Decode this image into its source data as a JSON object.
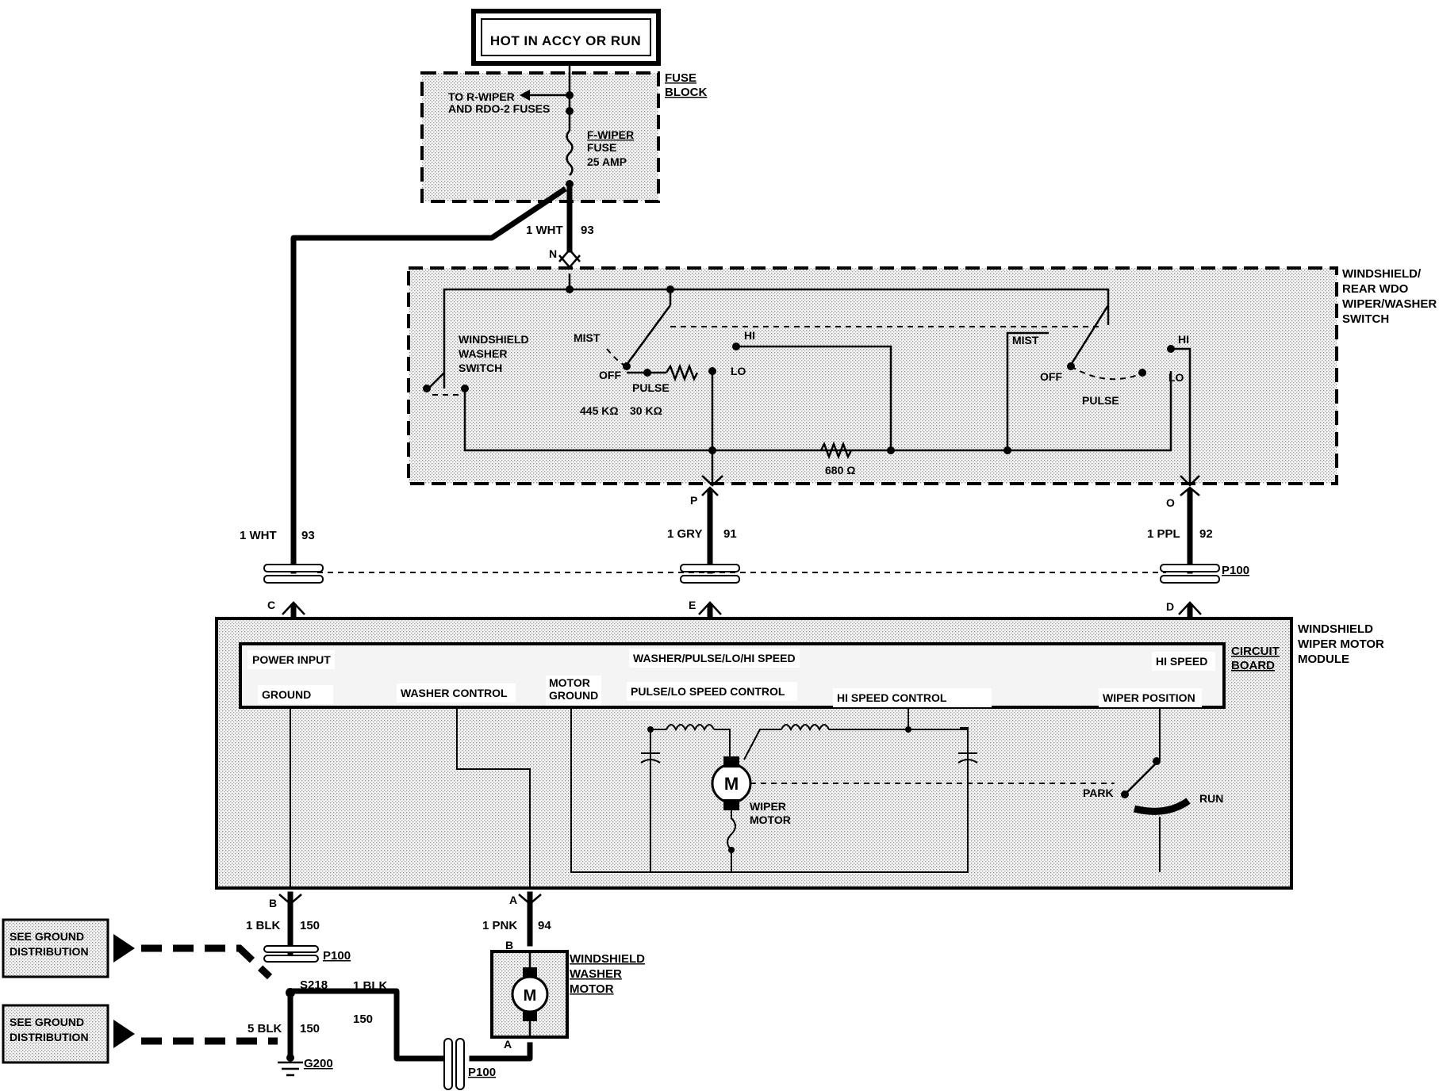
{
  "power_box": "HOT IN ACCY OR RUN",
  "fuse_block": {
    "title_l1": "FUSE",
    "title_l2": "BLOCK",
    "to_note_l1": "TO R-WIPER",
    "to_note_l2": "AND RDO-2 FUSES",
    "fuse_l1": "F-WIPER",
    "fuse_l2": "FUSE",
    "fuse_l3": "25 AMP"
  },
  "wires": {
    "wht_top": "1 WHT",
    "wht_top_circuit": "93",
    "wht_left": "1 WHT",
    "wht_left_circuit": "93",
    "gry": "1 GRY",
    "gry_circuit": "91",
    "ppl": "1 PPL",
    "ppl_circuit": "92",
    "blk": "1 BLK",
    "blk_circuit": "150",
    "pnk": "1 PNK",
    "pnk_circuit": "94",
    "blk2": "1 BLK",
    "blk2_circuit": "150",
    "blk5": "5 BLK",
    "blk5_circuit": "150"
  },
  "terminals": {
    "n": "N",
    "p": "P",
    "o": "O",
    "c": "C",
    "e": "E",
    "d": "D",
    "b": "B",
    "a": "A",
    "b2": "B",
    "a2": "A"
  },
  "connectors": {
    "p100_top": "P100",
    "p100_mid": "P100",
    "p100_bottom": "P100",
    "s218": "S218",
    "g200": "G200"
  },
  "switch": {
    "title_l1": "WINDSHIELD/",
    "title_l2": "REAR WDO",
    "title_l3": "WIPER/WASHER",
    "title_l4": "SWITCH",
    "washer_l1": "WINDSHIELD",
    "washer_l2": "WASHER",
    "washer_l3": "SWITCH",
    "mist1": "MIST",
    "hi1": "HI",
    "off1": "OFF",
    "lo1": "LO",
    "pulse1": "PULSE",
    "r445": "445 KΩ",
    "r30": "30 KΩ",
    "r680": "680 Ω",
    "mist2": "MIST",
    "hi2": "HI",
    "off2": "OFF",
    "lo2": "LO",
    "pulse2": "PULSE"
  },
  "module": {
    "title_l1": "WINDSHIELD",
    "title_l2": "WIPER MOTOR",
    "title_l3": "MODULE",
    "cb_l1": "CIRCUIT",
    "cb_l2": "BOARD",
    "power_input": "POWER INPUT",
    "speed_bus": "WASHER/PULSE/LO/HI SPEED",
    "hi_speed": "HI SPEED",
    "ground": "GROUND",
    "washer_control": "WASHER CONTROL",
    "motor_ground_l1": "MOTOR",
    "motor_ground_l2": "GROUND",
    "pulse_lo": "PULSE/LO SPEED CONTROL",
    "hi_control": "HI SPEED CONTROL",
    "wiper_position": "WIPER POSITION",
    "motor_symbol": "M",
    "wiper_l1": "WIPER",
    "wiper_l2": "MOTOR",
    "park": "PARK",
    "run": "RUN"
  },
  "washer_motor": {
    "title_l1": "WINDSHIELD",
    "title_l2": "WASHER",
    "title_l3": "MOTOR",
    "symbol": "M"
  },
  "ground_dist": {
    "box1_l1": "SEE GROUND",
    "box1_l2": "DISTRIBUTION",
    "box2_l1": "SEE GROUND",
    "box2_l2": "DISTRIBUTION"
  }
}
